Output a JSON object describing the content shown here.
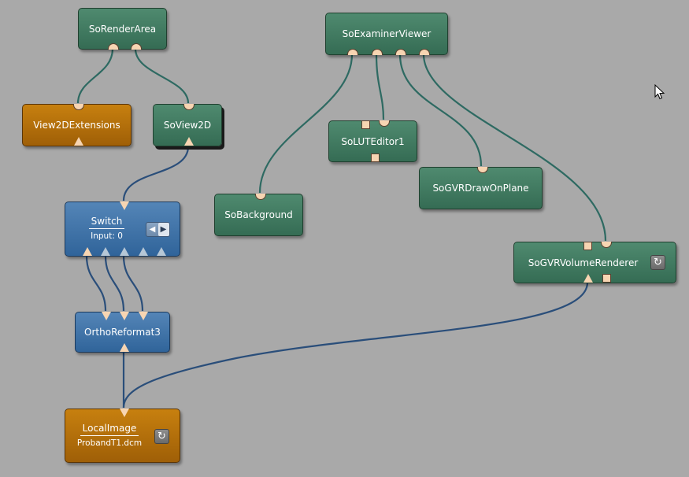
{
  "nodes": {
    "so_render_area": {
      "label": "SoRenderArea"
    },
    "so_examiner_viewer": {
      "label": "SoExaminerViewer"
    },
    "view2d_extensions": {
      "label": "View2DExtensions"
    },
    "so_view2d": {
      "label": "SoView2D"
    },
    "so_lut_editor": {
      "label": "SoLUTEditor1"
    },
    "so_gvr_draw_on_plane": {
      "label": "SoGVRDrawOnPlane"
    },
    "so_background": {
      "label": "SoBackground"
    },
    "switch": {
      "label": "Switch",
      "input_text": "Input: 0"
    },
    "so_gvr_volume_renderer": {
      "label": "SoGVRVolumeRenderer"
    },
    "ortho_reformat": {
      "label": "OrthoReformat3"
    },
    "local_image": {
      "label": "LocalImage",
      "file": "ProbandT1.dcm"
    }
  },
  "colors": {
    "background": "#a9a9a9",
    "green_node": "#41795f",
    "blue_node": "#3d70a6",
    "orange_node": "#b2700b",
    "port": "#f7d5b2",
    "green_wire": "#2e6a62",
    "blue_wire": "#2a4e7a"
  },
  "icons": {
    "reload": "reload-icon",
    "prev": "chevron-left-icon",
    "next": "chevron-right-icon",
    "cursor": "mouse-pointer-icon"
  }
}
